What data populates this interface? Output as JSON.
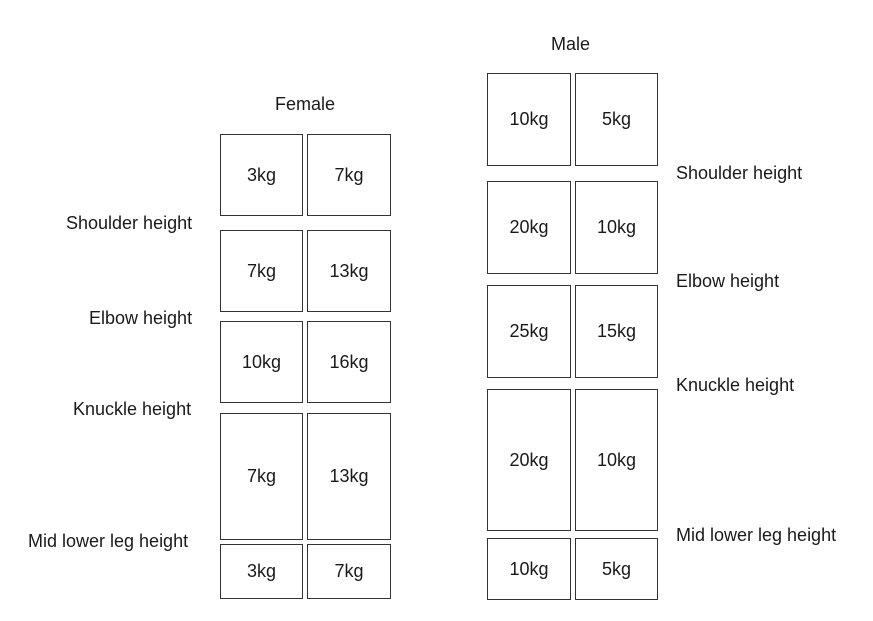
{
  "female": {
    "title": "Female",
    "height_labels": {
      "shoulder": "Shoulder height",
      "elbow": "Elbow height",
      "knuckle": "Knuckle height",
      "mid_lower_leg": "Mid lower leg height"
    },
    "rows": [
      {
        "left": "3kg",
        "right": "7kg"
      },
      {
        "left": "7kg",
        "right": "13kg"
      },
      {
        "left": "10kg",
        "right": "16kg"
      },
      {
        "left": "7kg",
        "right": "13kg"
      },
      {
        "left": "3kg",
        "right": "7kg"
      }
    ]
  },
  "male": {
    "title": "Male",
    "height_labels": {
      "shoulder": "Shoulder height",
      "elbow": "Elbow height",
      "knuckle": "Knuckle height",
      "mid_lower_leg": "Mid lower leg height"
    },
    "rows": [
      {
        "left": "10kg",
        "right": "5kg"
      },
      {
        "left": "20kg",
        "right": "10kg"
      },
      {
        "left": "25kg",
        "right": "15kg"
      },
      {
        "left": "20kg",
        "right": "10kg"
      },
      {
        "left": "10kg",
        "right": "5kg"
      }
    ]
  },
  "colors": {
    "border": "#333333",
    "text": "#1a1a1a",
    "background": "#ffffff"
  }
}
